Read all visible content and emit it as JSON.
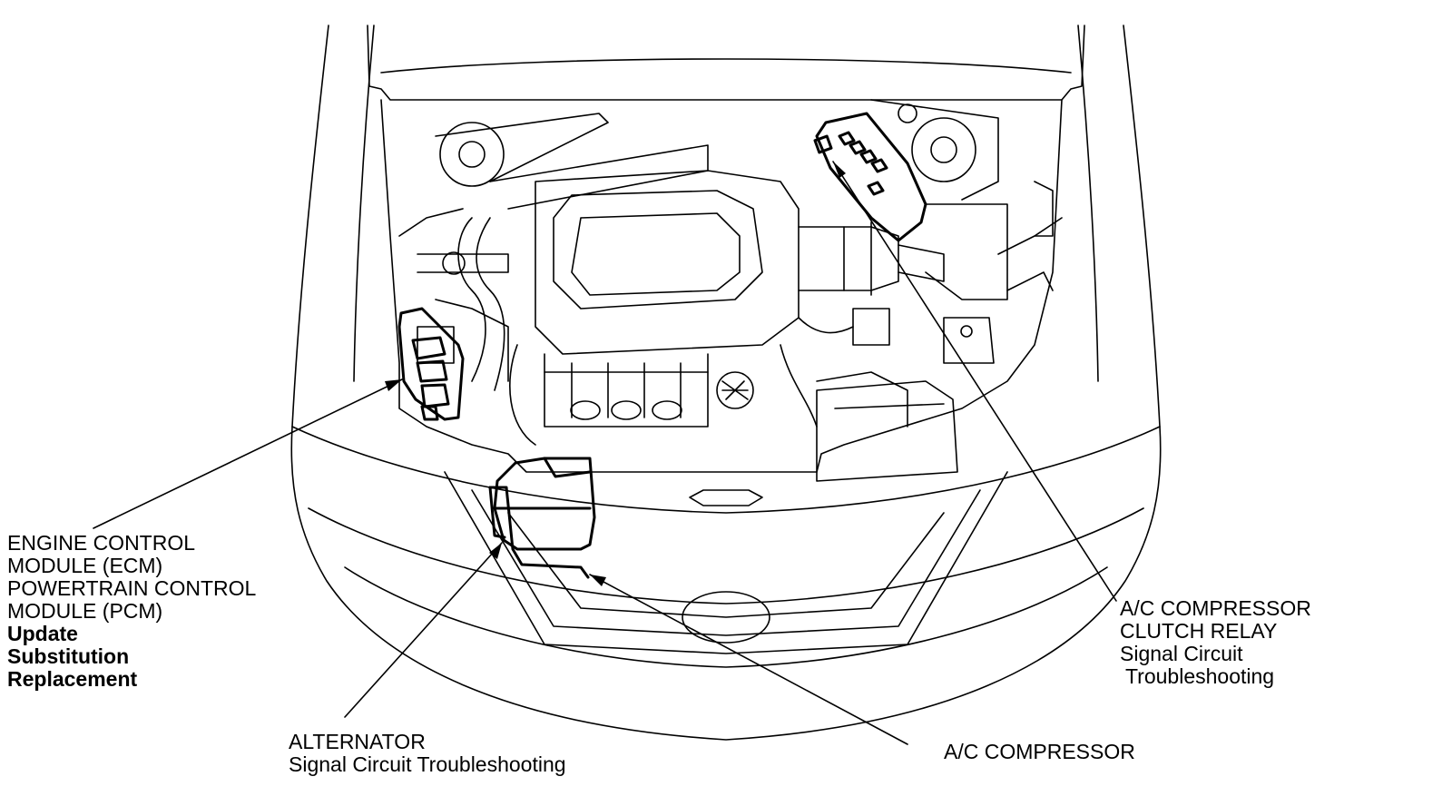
{
  "ecm_label": {
    "line1": "ENGINE CONTROL",
    "line2": "MODULE (ECM)",
    "line3": "POWERTRAIN CONTROL",
    "line4": "MODULE (PCM)",
    "link1": "Update",
    "link2": "Substitution",
    "link3": "Replacement"
  },
  "alternator_label": {
    "title": "ALTERNATOR",
    "link": "Signal Circuit Troubleshooting"
  },
  "ac_compressor_label": {
    "title": "A/C COMPRESSOR"
  },
  "clutch_relay_label": {
    "line1": "A/C COMPRESSOR",
    "line2": "CLUTCH RELAY",
    "link1": "Signal Circuit",
    "link2": " Troubleshooting"
  },
  "colors": {
    "line": "#000000",
    "background": "#ffffff"
  }
}
